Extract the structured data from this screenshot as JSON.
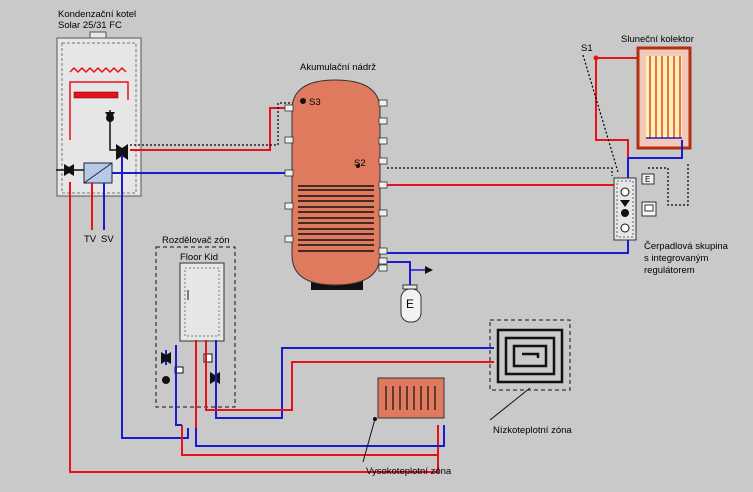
{
  "boiler": {
    "title_line1": "Kondenzační kotel",
    "title_line2": "Solar 25/31 FC",
    "tv": "TV",
    "sv": "SV"
  },
  "tank": {
    "title": "Akumulační nádrž",
    "s3": "S3",
    "s2": "S2"
  },
  "collector": {
    "title": "Sluneční kolektor",
    "s1": "S1"
  },
  "pump_group": {
    "line1": "Čerpadlová skupina",
    "line2": "s integrovaným",
    "line3": "regulátorem",
    "e": "E"
  },
  "distributor": {
    "title": "Rozdělovač zón",
    "subtitle": "Floor Kid"
  },
  "expansion": {
    "e": "E"
  },
  "low_temp": {
    "label": "Nízkoteplotní zóna"
  },
  "high_temp": {
    "label": "Vysokoteplotní zóna"
  },
  "colors": {
    "hot": "#e8101c",
    "cold": "#1a1ad0",
    "tank": "#e07a5e",
    "unit": "#e6e6e6",
    "background": "#c9c9c9"
  }
}
